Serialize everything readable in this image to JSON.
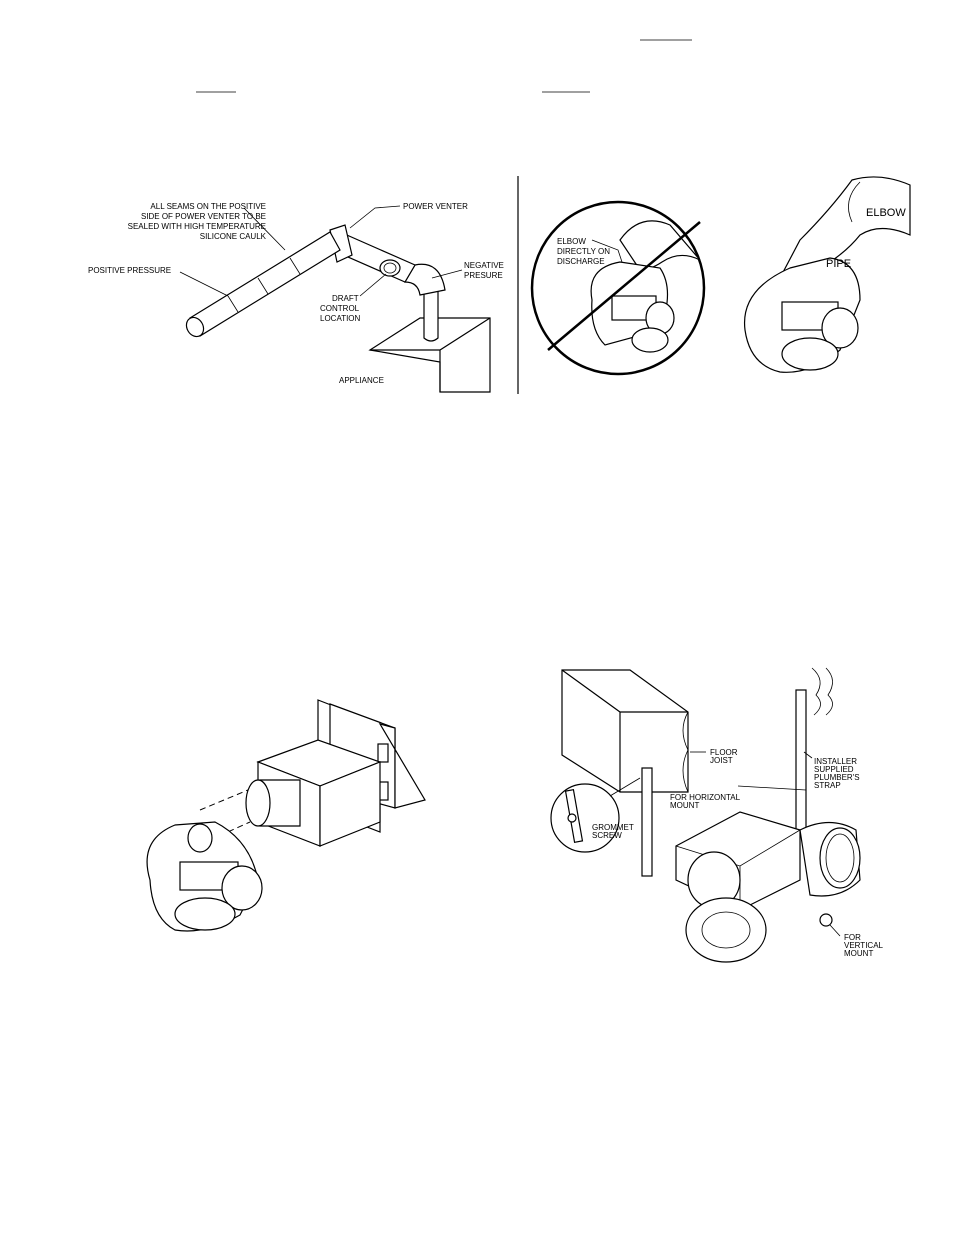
{
  "figure1": {
    "labels": {
      "seams": [
        "ALL SEAMS ON THE POSITIVE",
        "SIDE OF POWER VENTER TO BE",
        "SEALED WITH HIGH TEMPERATURE",
        "SILICONE CAULK"
      ],
      "power_venter": "POWER VENTER",
      "positive_pressure": "POSITIVE PRESSURE",
      "negative_pressure": [
        "NEGATIVE",
        "PRESURE"
      ],
      "draft_control": [
        "DRAFT",
        "CONTROL",
        "LOCATION"
      ],
      "appliance": "APPLIANCE"
    }
  },
  "figure2": {
    "labels": {
      "elbow_discharge": [
        "ELBOW",
        "DIRECTLY ON",
        "DISCHARGE"
      ],
      "elbow": "ELBOW",
      "pipe": "PIPE"
    }
  },
  "figure4": {
    "labels": {
      "floor_joist": [
        "FLOOR",
        "JOIST"
      ],
      "installer_strap": [
        "INSTALLER",
        "SUPPLIED",
        "PLUMBER'S",
        "STRAP"
      ],
      "horizontal_mount": [
        "FOR HORIZONTAL",
        "MOUNT"
      ],
      "grommet_screw": [
        "GROMMET",
        "SCREW"
      ],
      "vertical_mount": [
        "FOR",
        "VERTICAL",
        "MOUNT"
      ]
    }
  }
}
